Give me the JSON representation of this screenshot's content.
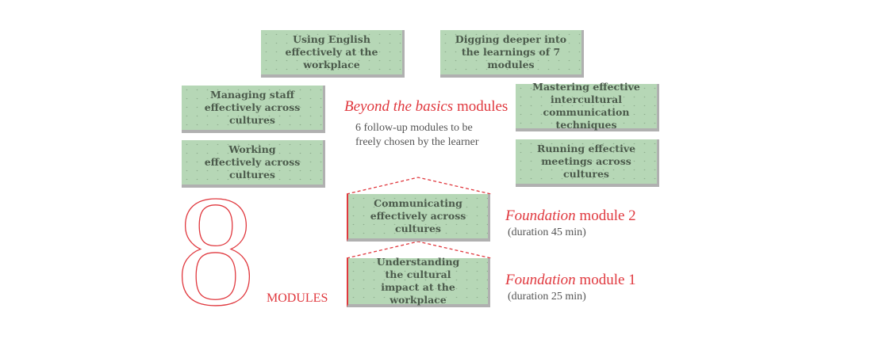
{
  "beyond": {
    "title_italic": "Beyond the basics",
    "title_rest": " modules",
    "line1": "6 follow-up modules to be",
    "line2": "freely chosen by the learner",
    "modules": [
      "Using English effectively at the workplace",
      "Digging deeper into the learnings of 7 modules",
      "Managing staff effectively across cultures",
      "Working effectively across cultures",
      "Mastering effective intercultural communication techniques",
      "Running effective meetings across cultures"
    ]
  },
  "foundation": [
    {
      "module": "Communicating effectively across cultures",
      "label_italic": "Foundation",
      "label_rest": " module 2",
      "duration": "(duration 45 min)"
    },
    {
      "module": "Understanding the cultural impact at the workplace",
      "label_italic": "Foundation",
      "label_rest": " module 1",
      "duration": "(duration 25 min)"
    }
  ],
  "count": {
    "number": "8",
    "word": "MODULES"
  },
  "colors": {
    "accent": "#e0383e",
    "box": "#b6d7b6",
    "box_text": "#4b5a4b"
  }
}
